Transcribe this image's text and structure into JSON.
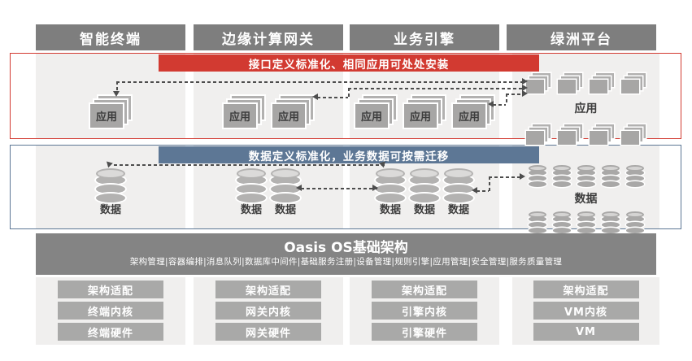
{
  "palette": {
    "red": "#d23a31",
    "blue": "#5d7795",
    "header_gray": "#7e7e7e",
    "os_gray": "#848484",
    "box_gray": "#a9a9a8",
    "panel_gray": "#f0efee"
  },
  "columns": [
    "智能终端",
    "边缘计算网关",
    "业务引擎",
    "绿洲平台"
  ],
  "app_section": {
    "banner": "接口定义标准化、相同应用可处处安装",
    "icon_label": "应用",
    "counts": [
      1,
      2,
      3
    ],
    "platform_grid": {
      "rows": 2,
      "per_row": 4,
      "label": "应用"
    }
  },
  "data_section": {
    "banner": "数据定义标准化，业务数据可按需迁移",
    "icon_label": "数据",
    "counts": [
      1,
      2,
      3
    ],
    "platform_grid": {
      "rows": 2,
      "per_row": 5,
      "label": "数据"
    }
  },
  "os_platform": {
    "title": "Oasis OS基础架构",
    "services": "架构管理|容器编排|消息队列|数据库中间件|基础服务注册|设备管理|规则引擎|应用管理|安全管理|服务质量管理"
  },
  "stacks": [
    {
      "items": [
        "架构适配",
        "终端内核",
        "终端硬件"
      ]
    },
    {
      "items": [
        "架构适配",
        "网关内核",
        "网关硬件"
      ]
    },
    {
      "items": [
        "架构适配",
        "引擎内核",
        "引擎硬件"
      ]
    },
    {
      "items": [
        "架构适配",
        "VM内核",
        "VM"
      ]
    }
  ]
}
